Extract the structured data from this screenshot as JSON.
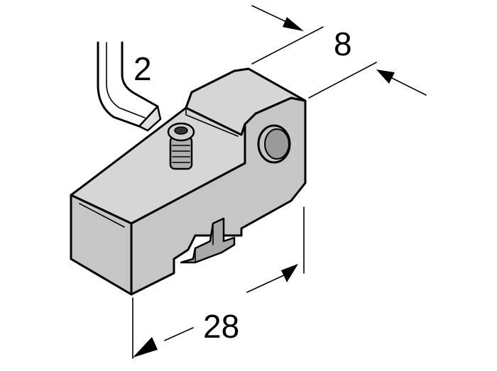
{
  "dimensions": {
    "length": "28",
    "width": "8",
    "hex_key": "2"
  },
  "colors": {
    "body": "#c6c6c6",
    "outline": "#000000",
    "background": "#ffffff"
  }
}
